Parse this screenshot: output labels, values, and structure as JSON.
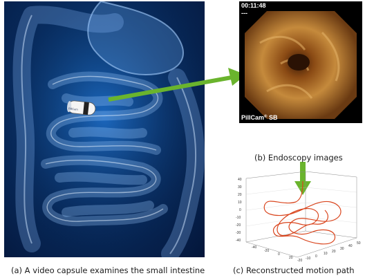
{
  "captions": {
    "a": "(a) A video capsule examines the small intestine",
    "b": "(b) Endoscopy images",
    "c": "(c) Reconstructed motion path"
  },
  "endoscopy": {
    "timestamp": "00:11:48",
    "dashes": "---",
    "brand": "PillCam",
    "brand_mark": "®",
    "brand_suffix": "SB"
  },
  "capsule_label": "PillCam",
  "plot_ticks": {
    "z": [
      "40",
      "30",
      "20",
      "10",
      "0",
      "-10",
      "-20",
      "-30",
      "-40"
    ],
    "x": [
      "-20",
      "-10",
      "0",
      "10",
      "20",
      "30",
      "40",
      "50"
    ],
    "y": [
      "-40",
      "-20",
      "0",
      "20"
    ]
  },
  "colors": {
    "arrow": "#6ab42d",
    "path": "#d9441c",
    "intestine_glow": "#7fb6ff"
  }
}
